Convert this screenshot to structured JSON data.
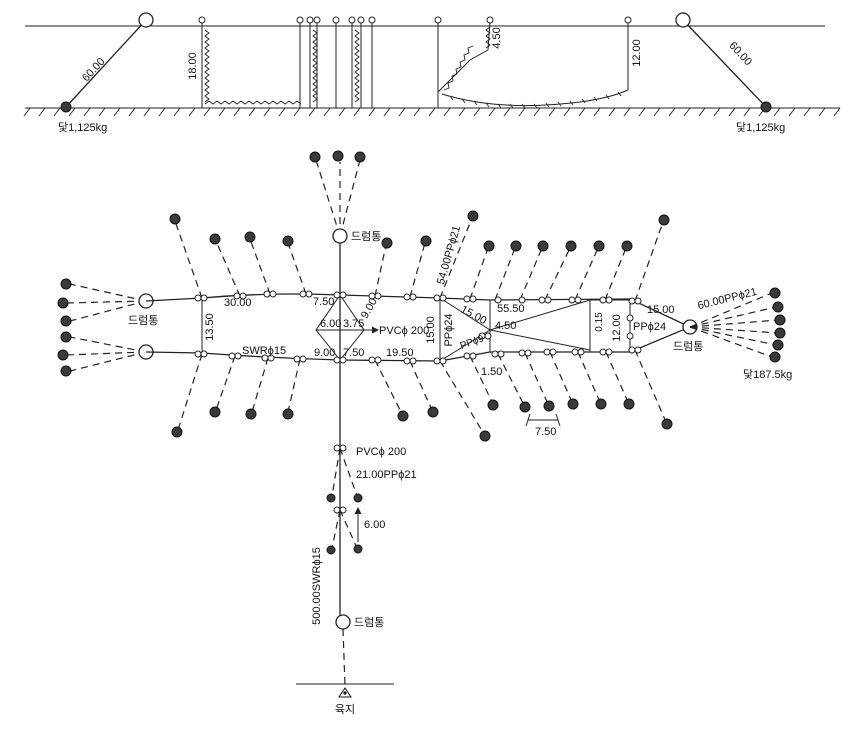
{
  "labels": {
    "side_left_rope": "60.00",
    "side_right_rope": "60.00",
    "side_depth": "18.00",
    "side_funnel": "4.50",
    "side_bag": "12.00",
    "anchor_left": "닻1,125kg",
    "anchor_right": "닻1,125kg",
    "drum": "드럼통",
    "main_rope": "54.00PPϕ21",
    "wing_30": "30.00",
    "wing_750": "7.50",
    "wing_900": "9.00",
    "wing_600": "6.00",
    "wing_375": "3.75",
    "pvc_200": "PVCϕ 200",
    "wing_1350": "13.50",
    "swr15": "SWRϕ15",
    "wing_900b": "9.00",
    "wing_750b": "7.50",
    "wing_1950": "19.50",
    "wing_1500": "15.00",
    "pp24": "PPϕ24",
    "pp9": "PPϕ9",
    "f_1500": "15.00",
    "f_5550": "55.50",
    "f_450": "4.50",
    "f_150": "1.50",
    "f_015": "0.15",
    "f_1200": "12.00",
    "pp24b": "PPϕ24",
    "bag_1500": "15.00",
    "bag_rope": "60.00PPϕ21",
    "anchor_bag": "닻187.5kg",
    "space_750": "7.50",
    "leader_rope": "21.00PPϕ21",
    "leader_600": "6.00",
    "shore_rope": "500.00SWRϕ15",
    "land": "육지"
  },
  "colors": {
    "line": "#222222",
    "anchor": "#3a3a3a",
    "float": "#ffffff"
  },
  "icons": [
    "anchor-icon",
    "float-icon",
    "drum-icon",
    "land-stake-icon"
  ]
}
